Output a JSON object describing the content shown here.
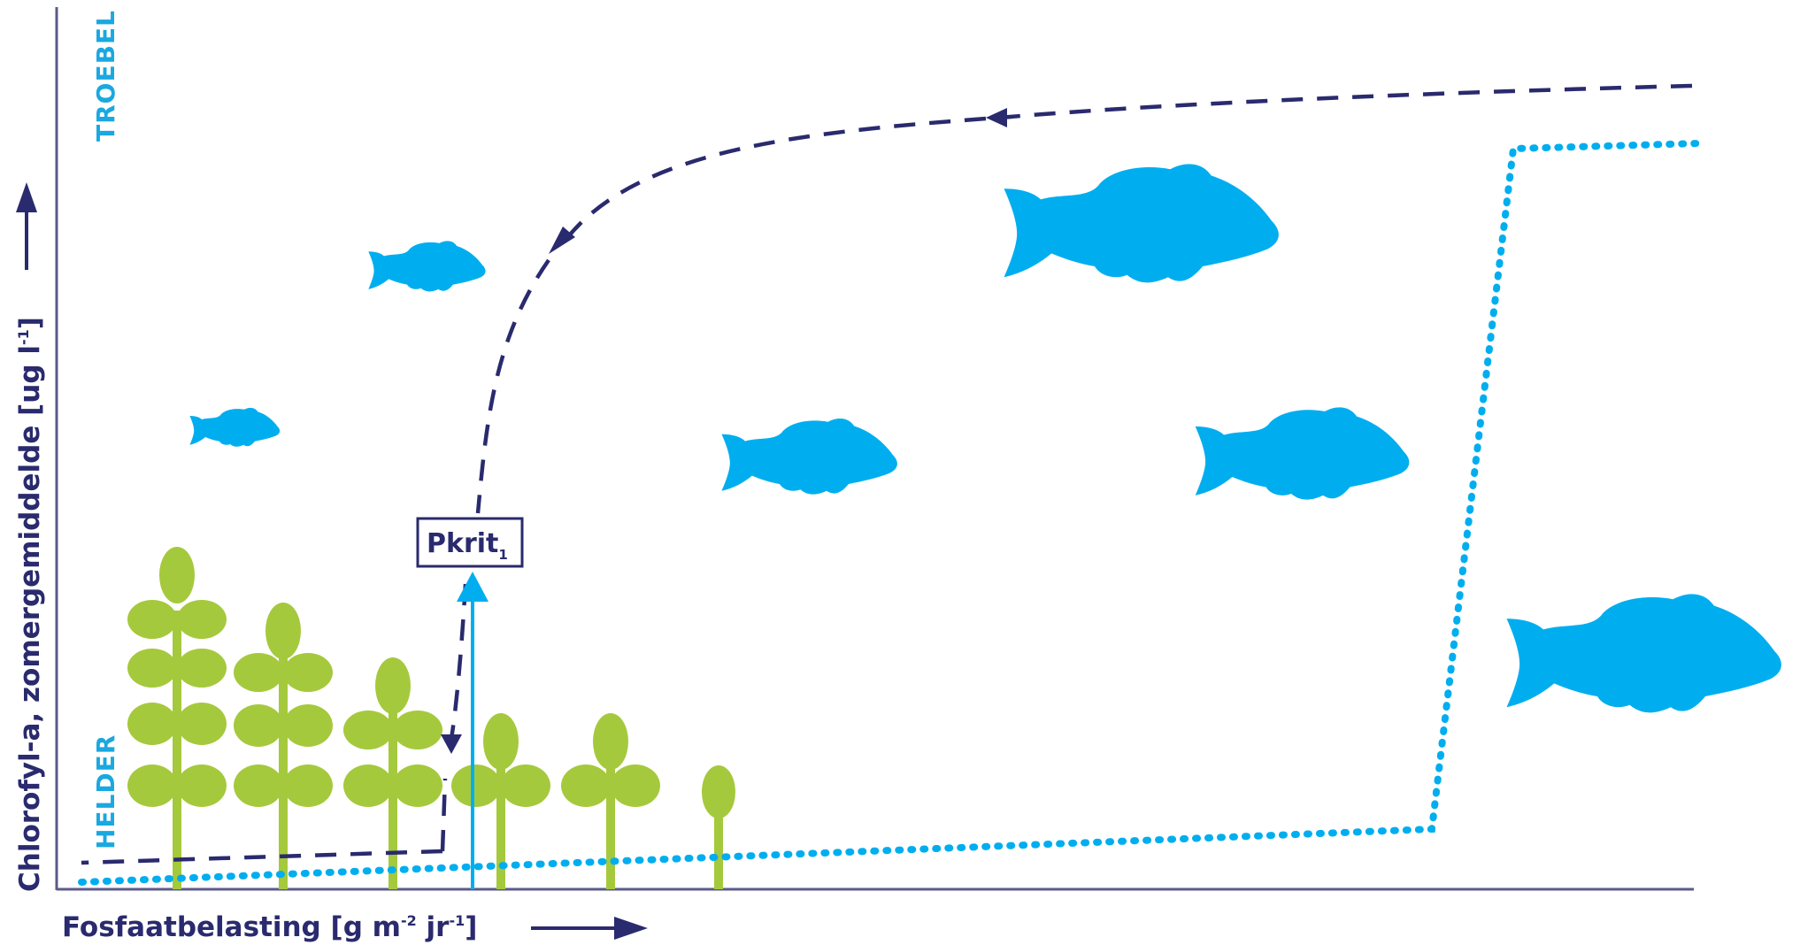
{
  "y_axis": {
    "label": "Chlorofyl-a, zomergemiddelde [ug l",
    "label_sup": "-1",
    "label_end": "]",
    "top_state": "TROEBEL",
    "bottom_state": "HELDER"
  },
  "x_axis": {
    "label": "Fosfaatbelasting [g m",
    "label_sup1": "-2",
    "label_mid": " jr",
    "label_sup2": "-1",
    "label_end": "]"
  },
  "threshold": {
    "label": "Pkrit",
    "subscript": "1"
  },
  "colors": {
    "navy": "#2a2a6e",
    "blue": "#00aeef",
    "green": "#a5c93c"
  },
  "icons": {
    "fish": "fish-icon",
    "plant": "water-plant-icon"
  }
}
